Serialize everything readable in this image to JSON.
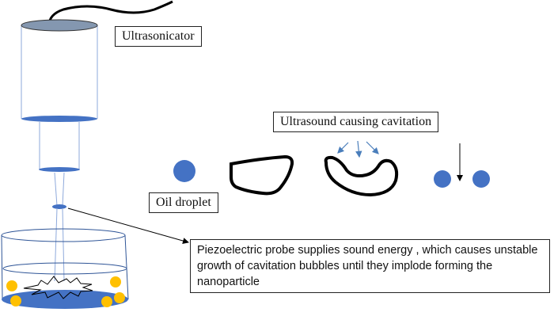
{
  "labels": {
    "ultrasonicator": "Ultrasonicator",
    "ultrasound": "Ultrasound causing cavitation",
    "oil_droplet": "Oil droplet",
    "description": "Piezoelectric probe supplies sound energy , which causes unstable  growth of cavitation bubbles until they implode forming the nanoparticle"
  },
  "colors": {
    "droplet": "#4472c4",
    "nanoparticle": "#ffc000",
    "arrow": "#4a7ebb",
    "outline": "#8ea9db",
    "stroke": "#000000"
  }
}
